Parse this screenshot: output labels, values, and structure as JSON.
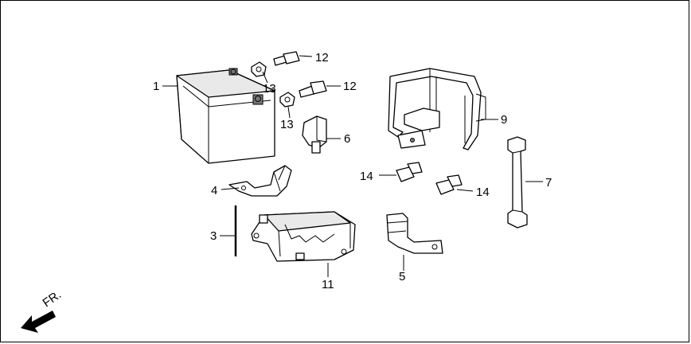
{
  "direction_label": "FR.",
  "callouts": [
    {
      "id": "c1",
      "number": "1"
    },
    {
      "id": "c3",
      "number": "3"
    },
    {
      "id": "c4",
      "number": "4"
    },
    {
      "id": "c5",
      "number": "5"
    },
    {
      "id": "c6",
      "number": "6"
    },
    {
      "id": "c7",
      "number": "7"
    },
    {
      "id": "c9",
      "number": "9"
    },
    {
      "id": "c11",
      "number": "11"
    },
    {
      "id": "c12a",
      "number": "12"
    },
    {
      "id": "c12b",
      "number": "12"
    },
    {
      "id": "c13a",
      "number": "13"
    },
    {
      "id": "c13b",
      "number": "13"
    },
    {
      "id": "c14a",
      "number": "14"
    },
    {
      "id": "c14b",
      "number": "14"
    }
  ]
}
